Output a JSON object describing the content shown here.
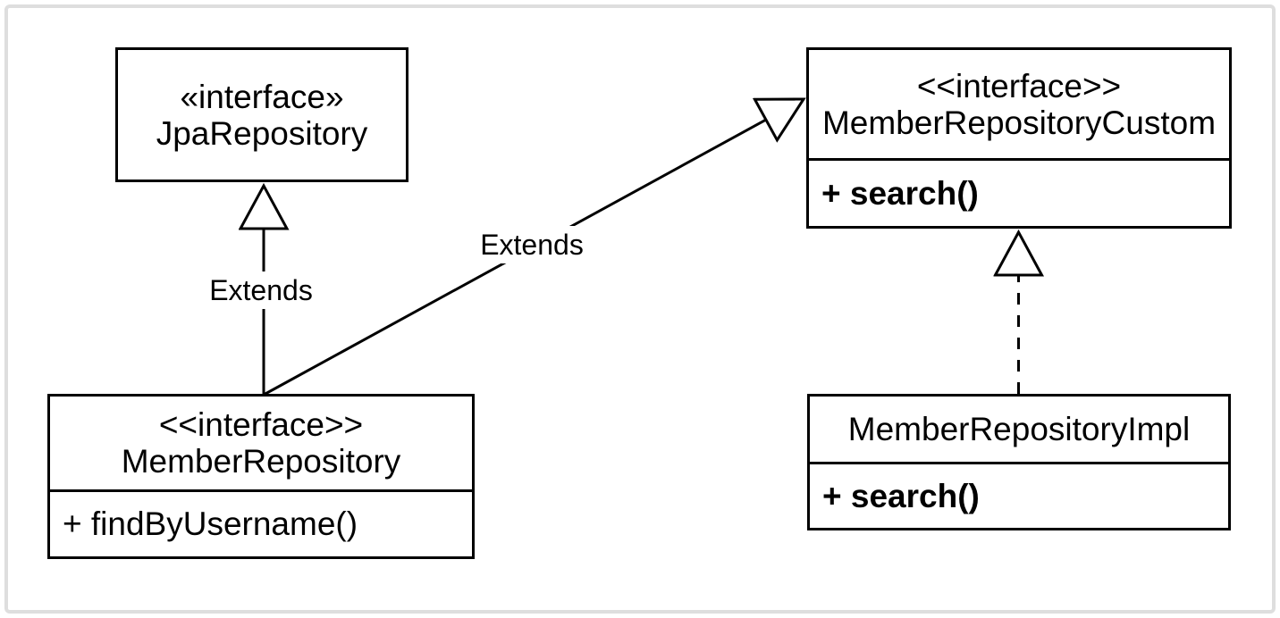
{
  "diagram": {
    "kind": "UML class diagram",
    "colors": {
      "line": "#000000",
      "box_fill": "#ffffff",
      "text": "#000000",
      "frame_border": "#dedede"
    },
    "classes": [
      {
        "stereotype": "«interface»",
        "name": "JpaRepository",
        "members": []
      },
      {
        "stereotype": "<<interface>>",
        "name": "MemberRepositoryCustom",
        "members": [
          {
            "text": "+ search()",
            "bold": true
          }
        ]
      },
      {
        "stereotype": "<<interface>>",
        "name": "MemberRepository",
        "members": [
          {
            "text": "+ findByUsername()",
            "bold": false
          }
        ]
      },
      {
        "stereotype": "",
        "name": "MemberRepositoryImpl",
        "members": [
          {
            "text": "+ search()",
            "bold": true
          }
        ]
      }
    ],
    "relationships": [
      {
        "from": "MemberRepository",
        "to": "JpaRepository",
        "label": "Extends",
        "line_style": "solid",
        "arrowhead": "hollow-triangle"
      },
      {
        "from": "MemberRepository",
        "to": "MemberRepositoryCustom",
        "label": "Extends",
        "line_style": "solid",
        "arrowhead": "hollow-triangle"
      },
      {
        "from": "MemberRepositoryImpl",
        "to": "MemberRepositoryCustom",
        "label": "",
        "line_style": "dashed",
        "arrowhead": "hollow-triangle"
      }
    ]
  }
}
